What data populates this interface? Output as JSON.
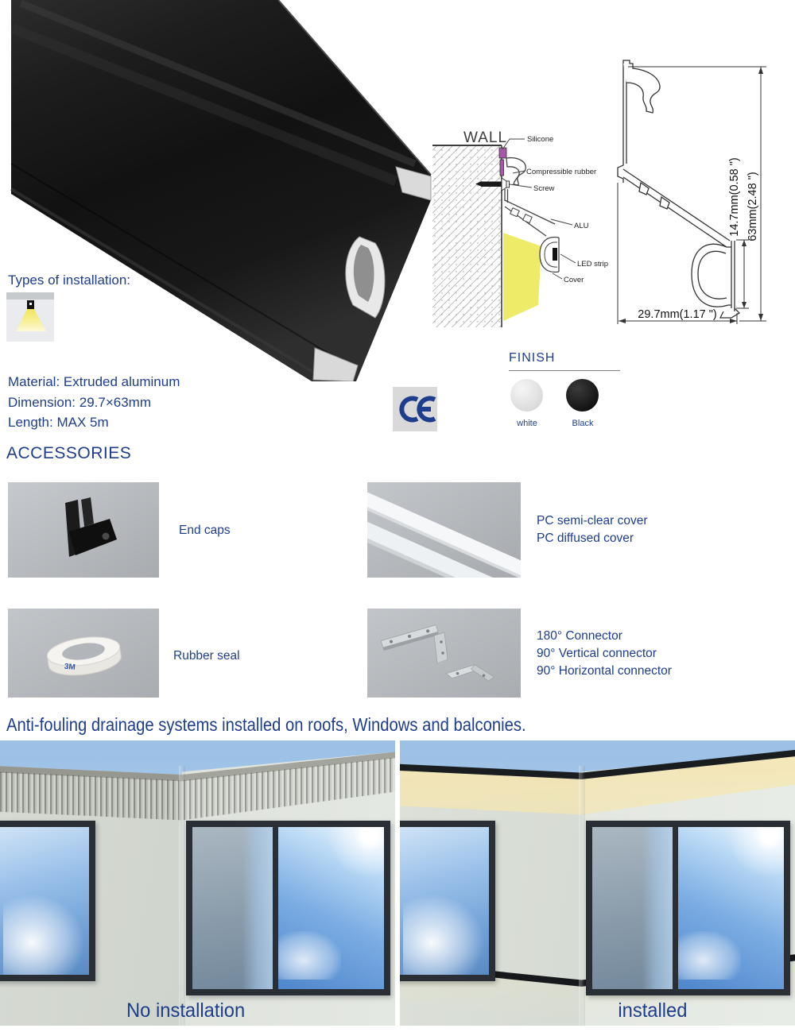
{
  "diagram": {
    "wall": "WALL",
    "silicone": "Silicone",
    "compressible_rubber": "Compressible rubber",
    "screw": "Screw",
    "alu": "ALU",
    "led_strip": "LED strip",
    "cover": "Cover"
  },
  "dimensions": {
    "inner_height": "14.7mm(0.58 \")",
    "height": "63mm(2.48 \")",
    "width": "29.7mm(1.17 \")"
  },
  "installation": {
    "label": "Types of installation:"
  },
  "specs": {
    "lines": [
      "Material: Extruded aluminum",
      "Dimension: 29.7×63mm",
      "Length: MAX 5m"
    ]
  },
  "certification": {
    "ce_mark": "CE"
  },
  "finish": {
    "title": "FINISH",
    "options": [
      {
        "label": "white",
        "color": "#e9e9e9"
      },
      {
        "label": "Black",
        "color": "#191919"
      }
    ]
  },
  "accessories": {
    "title": "ACCESSORIES",
    "items": [
      {
        "name": "end-caps",
        "lines": [
          "End caps"
        ]
      },
      {
        "name": "pc-covers",
        "lines": [
          "PC semi-clear cover",
          "PC diffused cover"
        ]
      },
      {
        "name": "rubber-seal",
        "lines": [
          "Rubber seal"
        ],
        "brand": "3M"
      },
      {
        "name": "connectors",
        "lines": [
          "180° Connector",
          "90° Vertical connector",
          "90° Horizontal connector"
        ]
      }
    ]
  },
  "applications": {
    "heading": "Anti-fouling drainage systems installed on roofs, Windows and balconies.",
    "photos": [
      {
        "caption": "No installation"
      },
      {
        "caption": "installed"
      }
    ]
  },
  "theme": {
    "navy": "#1e3d8c",
    "line_art": "#3c3c3c",
    "beam_yellow": "#eeeb68",
    "silicone_purple": "#a757a7",
    "sky": "#a5c6e9",
    "swatch_white": "#e9e9e9",
    "swatch_black": "#191919"
  }
}
